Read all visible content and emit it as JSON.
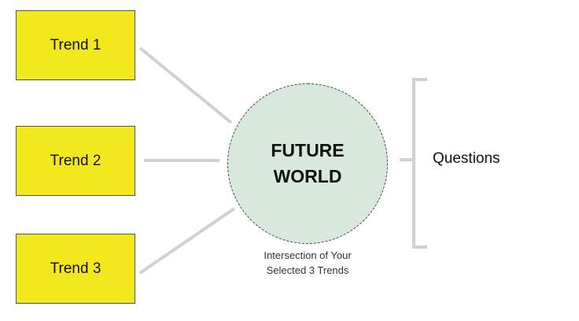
{
  "trends": [
    {
      "label": "Trend 1"
    },
    {
      "label": "Trend 2"
    },
    {
      "label": "Trend 3"
    }
  ],
  "center": {
    "title_line1": "FUTURE",
    "title_line2": "WORLD",
    "caption_line1": "Intersection of Your",
    "caption_line2": "Selected 3 Trends"
  },
  "questions": {
    "label": "Questions"
  },
  "colors": {
    "trend_fill": "#f2e81e",
    "circle_fill": "#d8e8dc",
    "connector": "#d0d0d0"
  }
}
